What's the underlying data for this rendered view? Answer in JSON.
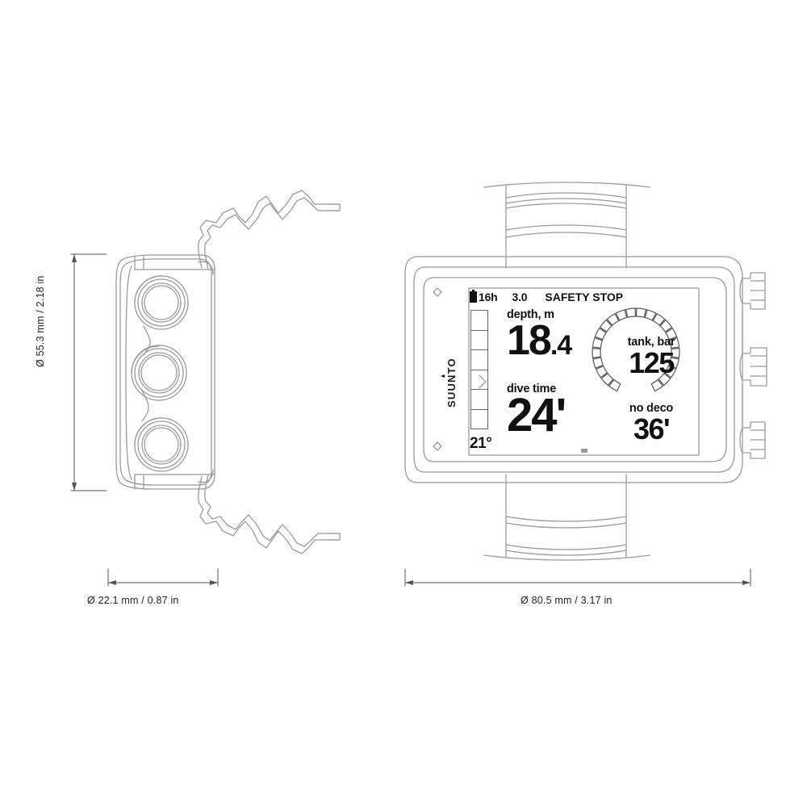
{
  "page": {
    "background": "#ffffff",
    "line_color": "#9a9a9a",
    "ink_color": "#1a1a1a"
  },
  "dimensions": {
    "height_label": "Ø 55.3 mm / 2.18 in",
    "depth_label": "Ø 22.1 mm / 0.87 in",
    "width_label": "Ø 80.5 mm / 3.17 in"
  },
  "brand": {
    "name": "SUUNTO"
  },
  "display": {
    "battery_hours": "16h",
    "gas_value": "3.0",
    "mode": "SAFETY STOP",
    "temperature": "21°",
    "depth": {
      "label": "depth, m",
      "value_whole": "18",
      "value_frac": ".4"
    },
    "dive_time": {
      "label": "dive time",
      "value": "24'"
    },
    "tank": {
      "label": "tank, bar",
      "value": "125"
    },
    "no_deco": {
      "label": "no deco",
      "value": "36'"
    },
    "depth_bar": {
      "segments": 6,
      "marker_segment_index": 3
    },
    "tank_gauge": {
      "segments": 22,
      "filled": 22
    }
  },
  "views": {
    "side_view": {
      "name": "side-profile-view",
      "button_count": 3
    },
    "front_view": {
      "name": "front-face-view",
      "button_count": 3
    }
  }
}
